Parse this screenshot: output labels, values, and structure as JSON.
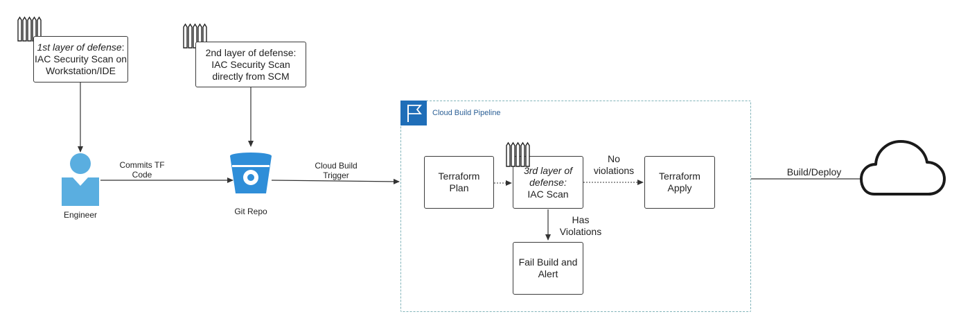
{
  "defense1": {
    "line1": "1st layer of defense",
    "line1_suffix": ":",
    "line2": "IAC Security Scan on",
    "line3": "Workstation/IDE"
  },
  "defense2": {
    "line1": "2nd layer of defense:",
    "line2": "IAC Security Scan",
    "line3": "directly from SCM"
  },
  "engineer": {
    "label": "Engineer"
  },
  "commit": {
    "line1": "Commits TF",
    "line2": "Code"
  },
  "git": {
    "label": "Git Repo"
  },
  "trigger": {
    "line1": "Cloud Build",
    "line2": "Trigger"
  },
  "pipeline": {
    "title": "Cloud Build Pipeline"
  },
  "plan": {
    "line1": "Terraform",
    "line2": "Plan"
  },
  "scan": {
    "line1": "3rd layer of",
    "line2": "defense:",
    "line3": "IAC Scan"
  },
  "no_violations": {
    "line1": "No",
    "line2": "violations"
  },
  "apply": {
    "line1": "Terraform",
    "line2": "Apply"
  },
  "has_violations": {
    "line1": "Has",
    "line2": "Violations"
  },
  "fail": {
    "line1": "Fail Build and",
    "line2": "Alert"
  },
  "deploy": {
    "label": "Build/Deploy"
  },
  "colors": {
    "accent_blue": "#2f8ed8",
    "person_blue": "#5aaee0",
    "pipeline_badge": "#1f6eb8",
    "pipeline_border": "#7fb3b9"
  },
  "icons": [
    "fence-icon",
    "person-icon",
    "bitbucket-icon",
    "flag-icon",
    "cloud-icon"
  ]
}
